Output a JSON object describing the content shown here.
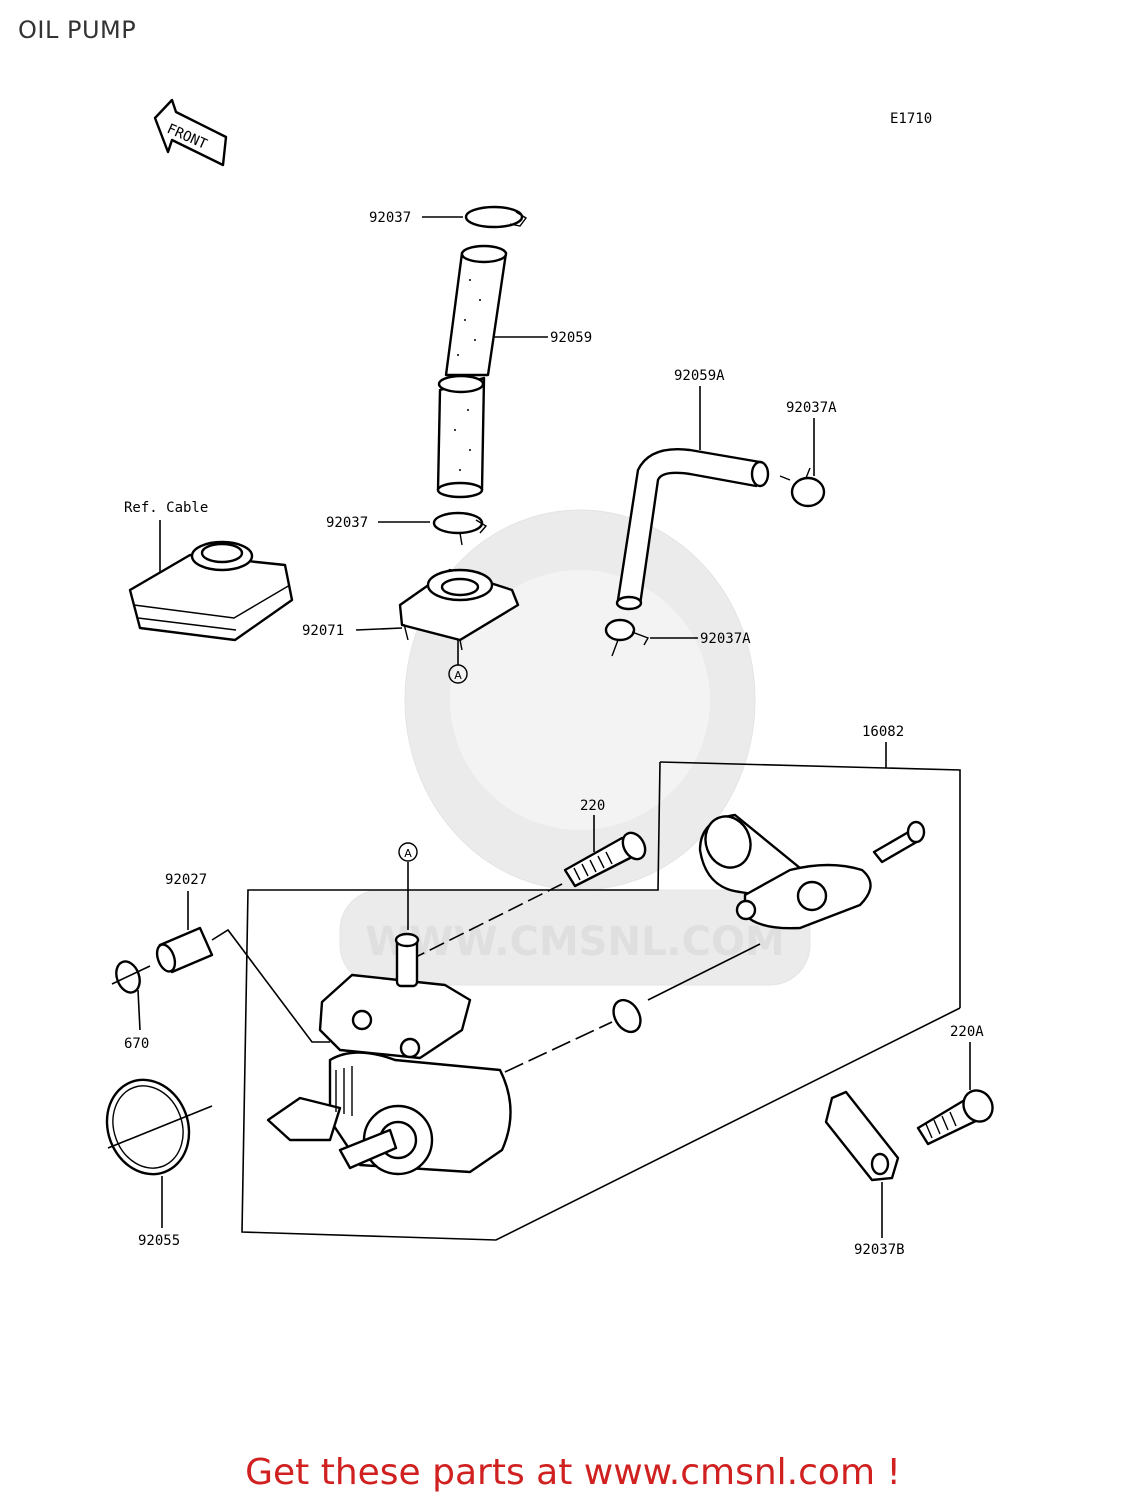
{
  "header": {
    "title": "OIL PUMP"
  },
  "diagram": {
    "code": "E1710",
    "front_label": "FRONT",
    "ref_label": "Ref. Cable",
    "ref_marker": "A",
    "labels": {
      "p92037_top": "92037",
      "p92059": "92059",
      "p92059A": "92059A",
      "p92037A_top": "92037A",
      "p92037_mid": "92037",
      "p92071": "92071",
      "p92037A_bot": "92037A",
      "p16082": "16082",
      "p220": "220",
      "p92027": "92027",
      "p670": "670",
      "p220A": "220A",
      "p92055": "92055",
      "p92037B": "92037B"
    }
  },
  "watermark": {
    "text": "WWW.CMSNL.COM"
  },
  "footer": {
    "text": "Get these parts at www.cmsnl.com !"
  }
}
